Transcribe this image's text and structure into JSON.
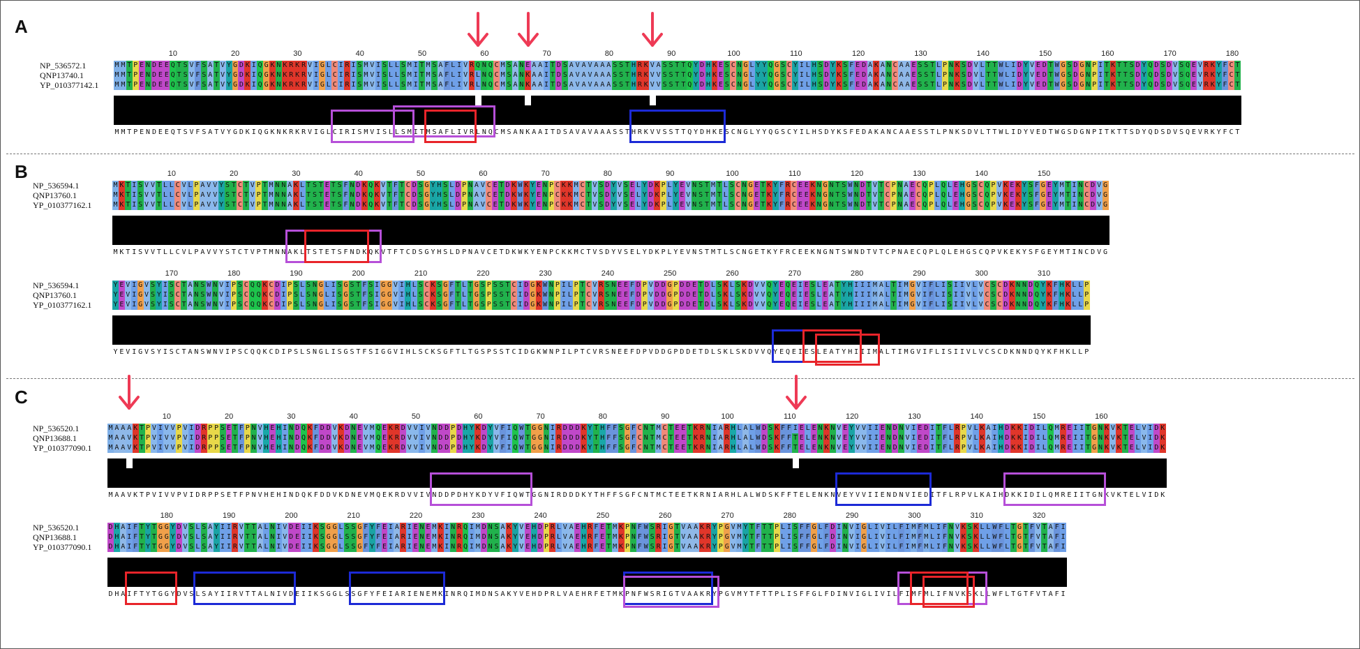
{
  "colors": {
    "A": "#8fb8e8",
    "R": "#e0362a",
    "N": "#21b24c",
    "D": "#c048c9",
    "C": "#f08a7a",
    "Q": "#1ec44c",
    "E": "#c048c9",
    "G": "#f0a04a",
    "H": "#19a8a8",
    "I": "#6fa0e8",
    "L": "#6fa0e8",
    "K": "#e0362a",
    "M": "#7fb0e8",
    "F": "#6a94dc",
    "P": "#e8d84a",
    "S": "#21b24c",
    "T": "#21b24c",
    "W": "#6a94dc",
    "Y": "#1aa4a4",
    "V": "#8ab8ec",
    "box_red": "#e8242a",
    "box_purple": "#b64fd8",
    "box_blue": "#1c2ad6",
    "arrow": "#ee3a55"
  },
  "panels": [
    {
      "label": "A",
      "blocks": [
        {
          "names": [
            "NP_536572.1",
            "QNP13740.1",
            "YP_010377142.1"
          ],
          "rows": [
            "MMTPENDEEQTSVFSATVYGDKIQGKNKRKRVIGLCIRISMVISLLSMITMSAFLIVRQNQCMSANEAAITDSAVAVAAASSTHRKVASSTTQYDHKESCNGLYYQGSCYILHSDYKSFEDAKANCAAESSTLPNKSDVLTTWLIDYVEDTWGSDGNPITKTTSDYQDSDVSQEVRKYFCT",
            "MMTPENDEEQTSVFSATVYGDKIQGKNKRKRVIGLCIRISMVISLLSMITMSAFLIVRLNQCMSANKAAITDSAVAVAAASSTHRKVVSSTTQYDHKESCNGLYYQGSCYILHSDYKSFEDAKANCAAESSTLPNKSDVLTTWLIDYVEDTWGSDGNPITKTTSDYQDSDVSQEVRKYFCT",
            "MMTPENDEEQTSVFSATVYGDKIQGKNKRKRVIGLCIRISMVISLLSMITMSAFLIVRLNQCMSANKAAITDSAVAVAAASSTHRKVVSSTTQYDHKESCNGLYYQGSCYILHSDYKSFEDAKANCAAESSTLPNKSDVLTTWLIDYVEDTWGSDGNPITKTTSDYQDSDVSQEVRKYFCT"
          ],
          "consensus": "MMTPENDEEQTSVFSATVYGDKIQGKNKRKRVIGLCIRISMVISLLSMITMSAFLIVRLNQCMSANKAAITDSAVAVAAASSTHRKVVSSTTQYDHKESCNGLYYQGSCYILHSDYKSFEDAKANCAAESSTLPNKSDVLTTWLIDYVEDTWGSDGNPITKTTSDYQDSDVSQEVRKYFCT",
          "ticks": [
            "10",
            "20",
            "30",
            "40",
            "50",
            "60",
            "70",
            "80",
            "90",
            "100",
            "110",
            "120",
            "130",
            "140",
            "150",
            "160",
            "170",
            "180"
          ],
          "tick_start": 10,
          "variable_positions": [
            59,
            67,
            87
          ],
          "arrow_positions": [
            59,
            67,
            87
          ],
          "boxes": [
            {
              "color": "purple",
              "start": 36,
              "end": 48,
              "level": 0
            },
            {
              "color": "purple",
              "start": 46,
              "end": 61,
              "level": -1
            },
            {
              "color": "red",
              "start": 51,
              "end": 58,
              "level": 0
            },
            {
              "color": "blue",
              "start": 84,
              "end": 98,
              "level": 0
            }
          ]
        }
      ]
    },
    {
      "label": "B",
      "blocks": [
        {
          "names": [
            "NP_536594.1",
            "QNP13760.1",
            "YP_010377162.1"
          ],
          "rows": [
            "MKTISVVTLLCVLPAVVYSTCTVPTMNNAKLTSTETSFNDKQKVTFTCDSGYHSLDPNAVCETDKWKYENPCKKMCTVSDYVSELYDKPLYEVNSTMTLSCNGETKYFRCEEKNGNTSWNDTVTCPNAECQPLQLEHGSCQPVKEKYSFGEYMTINCDVG",
            "MKTISVVTLLCVLPAVVYSTCTVPTMNNAKLTSTETSFNDKQKVTFTCDSGYHSLDPNAVCETDKWKYENPCKKMCTVSDYVSELYDKPLYEVNSTMTLSCNGETKYFRCEEKNGNTSWNDTVTCPNAECQPLQLEHGSCQPVKEKYSFGEYMTINCDVG",
            "MKTISVVTLLCVLPAVVYSTCTVPTMNNAKLTSTETSFNDKQKVTFTCDSGYHSLDPNAVCETDKWKYENPCKKMCTVSDYVSELYDKPLYEVNSTMTLSCNGETKYFRCEEKNGNTSWNDTVTCPNAECQPLQLEHGSCQPVKEKYSFGEYMTINCDVG"
          ],
          "consensus": "MKTISVVTLLCVLPAVVYSTCTVPTMNNAKLTSTETSFNDKQKVTFTCDSGYHSLDPNAVCETDKWKYENPCKKMCTVSDYVSELYDKPLYEVNSTMTLSCNGETKYFRCEEKNGNTSWNDTVTCPNAECQPLQLEHGSCQPVKEKYSFGEYMTINCDVG",
          "ticks": [
            "10",
            "20",
            "30",
            "40",
            "50",
            "60",
            "70",
            "80",
            "90",
            "100",
            "110",
            "120",
            "130",
            "140",
            "150"
          ],
          "tick_start": 10,
          "variable_positions": [],
          "arrow_positions": [],
          "boxes": [
            {
              "color": "purple",
              "start": 29,
              "end": 43,
              "level": 0
            },
            {
              "color": "red",
              "start": 32,
              "end": 41,
              "level": 0
            }
          ]
        },
        {
          "names": [
            "NP_536594.1",
            "QNP13760.1",
            "YP_010377162.1"
          ],
          "rows": [
            "YEVIGVSYISCTANSWNVIPSCQQKCDIPSLSNGLISGSTFSIGGVIHLSCKSGFTLTGSPSSTCIDGKWNPILPTCVRSNEEFDPVDDGPDDETDLSKLSKDVVQYEQEIESLEATYHIIIMALTIMGVIFLISIIVLVCSCDKNNDQYKFHKLLP",
            "YEVIGVSYISCTANSWNVIPSCQQKCDIPSLSNGLISGSTFSIGGVIHLSCKSGFTLTGSPSSTCIDGKWNPILPTCVRSNEEFDPVDDGPDDETDLSKLSKDVVQYEQEIESLEATYHIIIMALTIMGVIFLISIIVLVCSCDKNNDQYKFHKLLP",
            "YEVIGVSYISCTANSWNVIPSCQQKCDIPSLSNGLISGSTFSIGGVIHLSCKSGFTLTGSPSSTCIDGKWNPILPTCVRSNEEFDPVDDGPDDETDLSKLSKDVVQYEQEIESLEATYHIIIMALTIMGVIFLISIIVLVCSCDKNNDQYKFHKLLP"
          ],
          "consensus": "YEVIGVSYISCTANSWNVIPSCQQKCDIPSLSNGLISGSTFSIGGVIHLSCKSGFTLTGSPSSTCIDGKWNPILPTCVRSNEEFDPVDDGPDDETDLSKLSKDVVQYEQEIESLEATYHIIIMALTIMGVIFLISIIVLVCSCDKNNDQYKFHKLLP",
          "ticks": [
            "170",
            "180",
            "190",
            "200",
            "210",
            "220",
            "230",
            "240",
            "250",
            "260",
            "270",
            "280",
            "290",
            "300",
            "310"
          ],
          "tick_start": 170,
          "first_residue": 161,
          "variable_positions": [],
          "arrow_positions": [],
          "boxes": [
            {
              "color": "blue",
              "start": 267,
              "end": 280,
              "level": 0
            },
            {
              "color": "red",
              "start": 272,
              "end": 280,
              "level": 0
            },
            {
              "color": "red",
              "start": 274,
              "end": 283,
              "level": 1
            }
          ]
        }
      ]
    },
    {
      "label": "C",
      "blocks": [
        {
          "names": [
            "NP_536520.1",
            "QNP13688.1",
            "YP_010377090.1"
          ],
          "rows": [
            "MAAAKTPVIVVPVIDRPPSETFPNVHEHINDQKFDDVKDNEVMQEKRDVVIVNDDPDHYKDYVFIQWTGGNIRDDDKYTHFFSGFCNTMCTEETKRNIARHLALWDSKFFIELENKNVEYVVIIENDNVIEDITFLRPVLKAIHDKKIDILQMREIITGNKVKTELVIDK",
            "MAAVKTPVIVVPVIDRPPSETFPNVHEHINDQKFDDVKDNEVMQEKRDVVIVNDDPDHYKDYVFIQWTGGNIRDDDKYTHFFSGFCNTMCTEETKRNIARHLALWDSKFFTELENKNVEYVVIIENDNVIEDITFLRPVLKAIHDKKIDILQMREIITGNKVKTELVIDK",
            "MAAVKTPVIVVPVIDRPPSETFPNVHEHINDQKFDDVKDNEVMQEKRDVVIVNDDPDHYKDYVFIQWTGGNIRDDDKYTHFFSGFCNTMCTEETKRNIARHLALWDSKFFTELENKNVEYVVIIENDNVIEDITFLRPVLKAIHDKKIDILQMREIITGNKVKTELVIDK"
          ],
          "consensus": "MAAVKTPVIVVPVIDRPPSETFPNVHEHINDQKFDDVKDNEVMQEKRDVVIVNDDPDHYKDYVFIQWTGGNIRDDDKYTHFFSGFCNTMCTEETKRNIARHLALWDSKFFTELENKNVEYVVIIENDNVIEDITFLRPVLKAIHDKKIDILQMREIITGNKVKTELVIDK",
          "ticks": [
            "10",
            "20",
            "30",
            "40",
            "50",
            "60",
            "70",
            "80",
            "90",
            "100",
            "110",
            "120",
            "130",
            "140",
            "150",
            "160"
          ],
          "tick_start": 10,
          "variable_positions": [
            4,
            111
          ],
          "arrow_positions": [
            4,
            111
          ],
          "boxes": [
            {
              "color": "purple",
              "start": 53,
              "end": 68,
              "level": 0
            },
            {
              "color": "blue",
              "start": 118,
              "end": 132,
              "level": 0
            },
            {
              "color": "purple",
              "start": 145,
              "end": 160,
              "level": 0
            }
          ]
        },
        {
          "names": [
            "NP_536520.1",
            "QNP13688.1",
            "YP_010377090.1"
          ],
          "rows": [
            "DHAIFTYTGGYDVSLSAYIIRVTTALNIVDEIIKSGGLSSGFYFEIARIENEMKINRQIMDNSAKYVEHDPRLVAEHRFETMKPNFWSRIGTVAAKRYPGVMYTFTTPLISFFGLFDINVIGLIVILFIMFMLIFNVKSKLLWFLTGTFVTAFI",
            "DHAIFTYTGGYDVSLSAYIIRVTTALNIVDEIIKSGGLSSGFYFEIARIENEMKINRQIMDNSAKYVEHDPRLVAEHRFETMKPNFWSRIGTVAAKRYPGVMYTFTTPLISFFGLFDINVIGLIVILFIMFMLIFNVKSKLLWFLTGTFVTAFI",
            "DHAIFTYTGGYDVSLSAYIIRVTTALNIVDEIIKSGGLSSGFYFEIARIENEMKINRQIMDNSAKYVEHDPRLVAEHRFETMKPNFWSRIGTVAAKRYPGVMYTFTTPLISFFGLFDINVIGLIVILFIMFMLIFNVKSKLLWFLTGTFVTAFI"
          ],
          "consensus": "DHAIFTYTGGYDVSLSAYIIRVTTALNIVDEIIKSGGLSSGFYFEIARIENEMKINRQIMDNSAKYVEHDPRLVAEHRFETMKPNFWSRIGTVAAKRYPGVMYTFTTPLISFFGLFDINVIGLIVILFIMFMLIFNVKSKLLWFLTGTFVTAFI",
          "ticks": [
            "180",
            "190",
            "200",
            "210",
            "220",
            "230",
            "240",
            "250",
            "260",
            "270",
            "280",
            "290",
            "300",
            "310",
            "320"
          ],
          "tick_start": 180,
          "first_residue": 171,
          "variable_positions": [],
          "arrow_positions": [],
          "boxes": [
            {
              "color": "red",
              "start": 174,
              "end": 181,
              "level": 0
            },
            {
              "color": "blue",
              "start": 185,
              "end": 200,
              "level": 0
            },
            {
              "color": "blue",
              "start": 210,
              "end": 224,
              "level": 0
            },
            {
              "color": "blue",
              "start": 254,
              "end": 267,
              "level": 0
            },
            {
              "color": "purple",
              "start": 254,
              "end": 268,
              "level": 1
            },
            {
              "color": "purple",
              "start": 298,
              "end": 311,
              "level": 0
            },
            {
              "color": "red",
              "start": 300,
              "end": 308,
              "level": 0
            },
            {
              "color": "red",
              "start": 302,
              "end": 309,
              "level": 1
            }
          ]
        }
      ]
    }
  ]
}
